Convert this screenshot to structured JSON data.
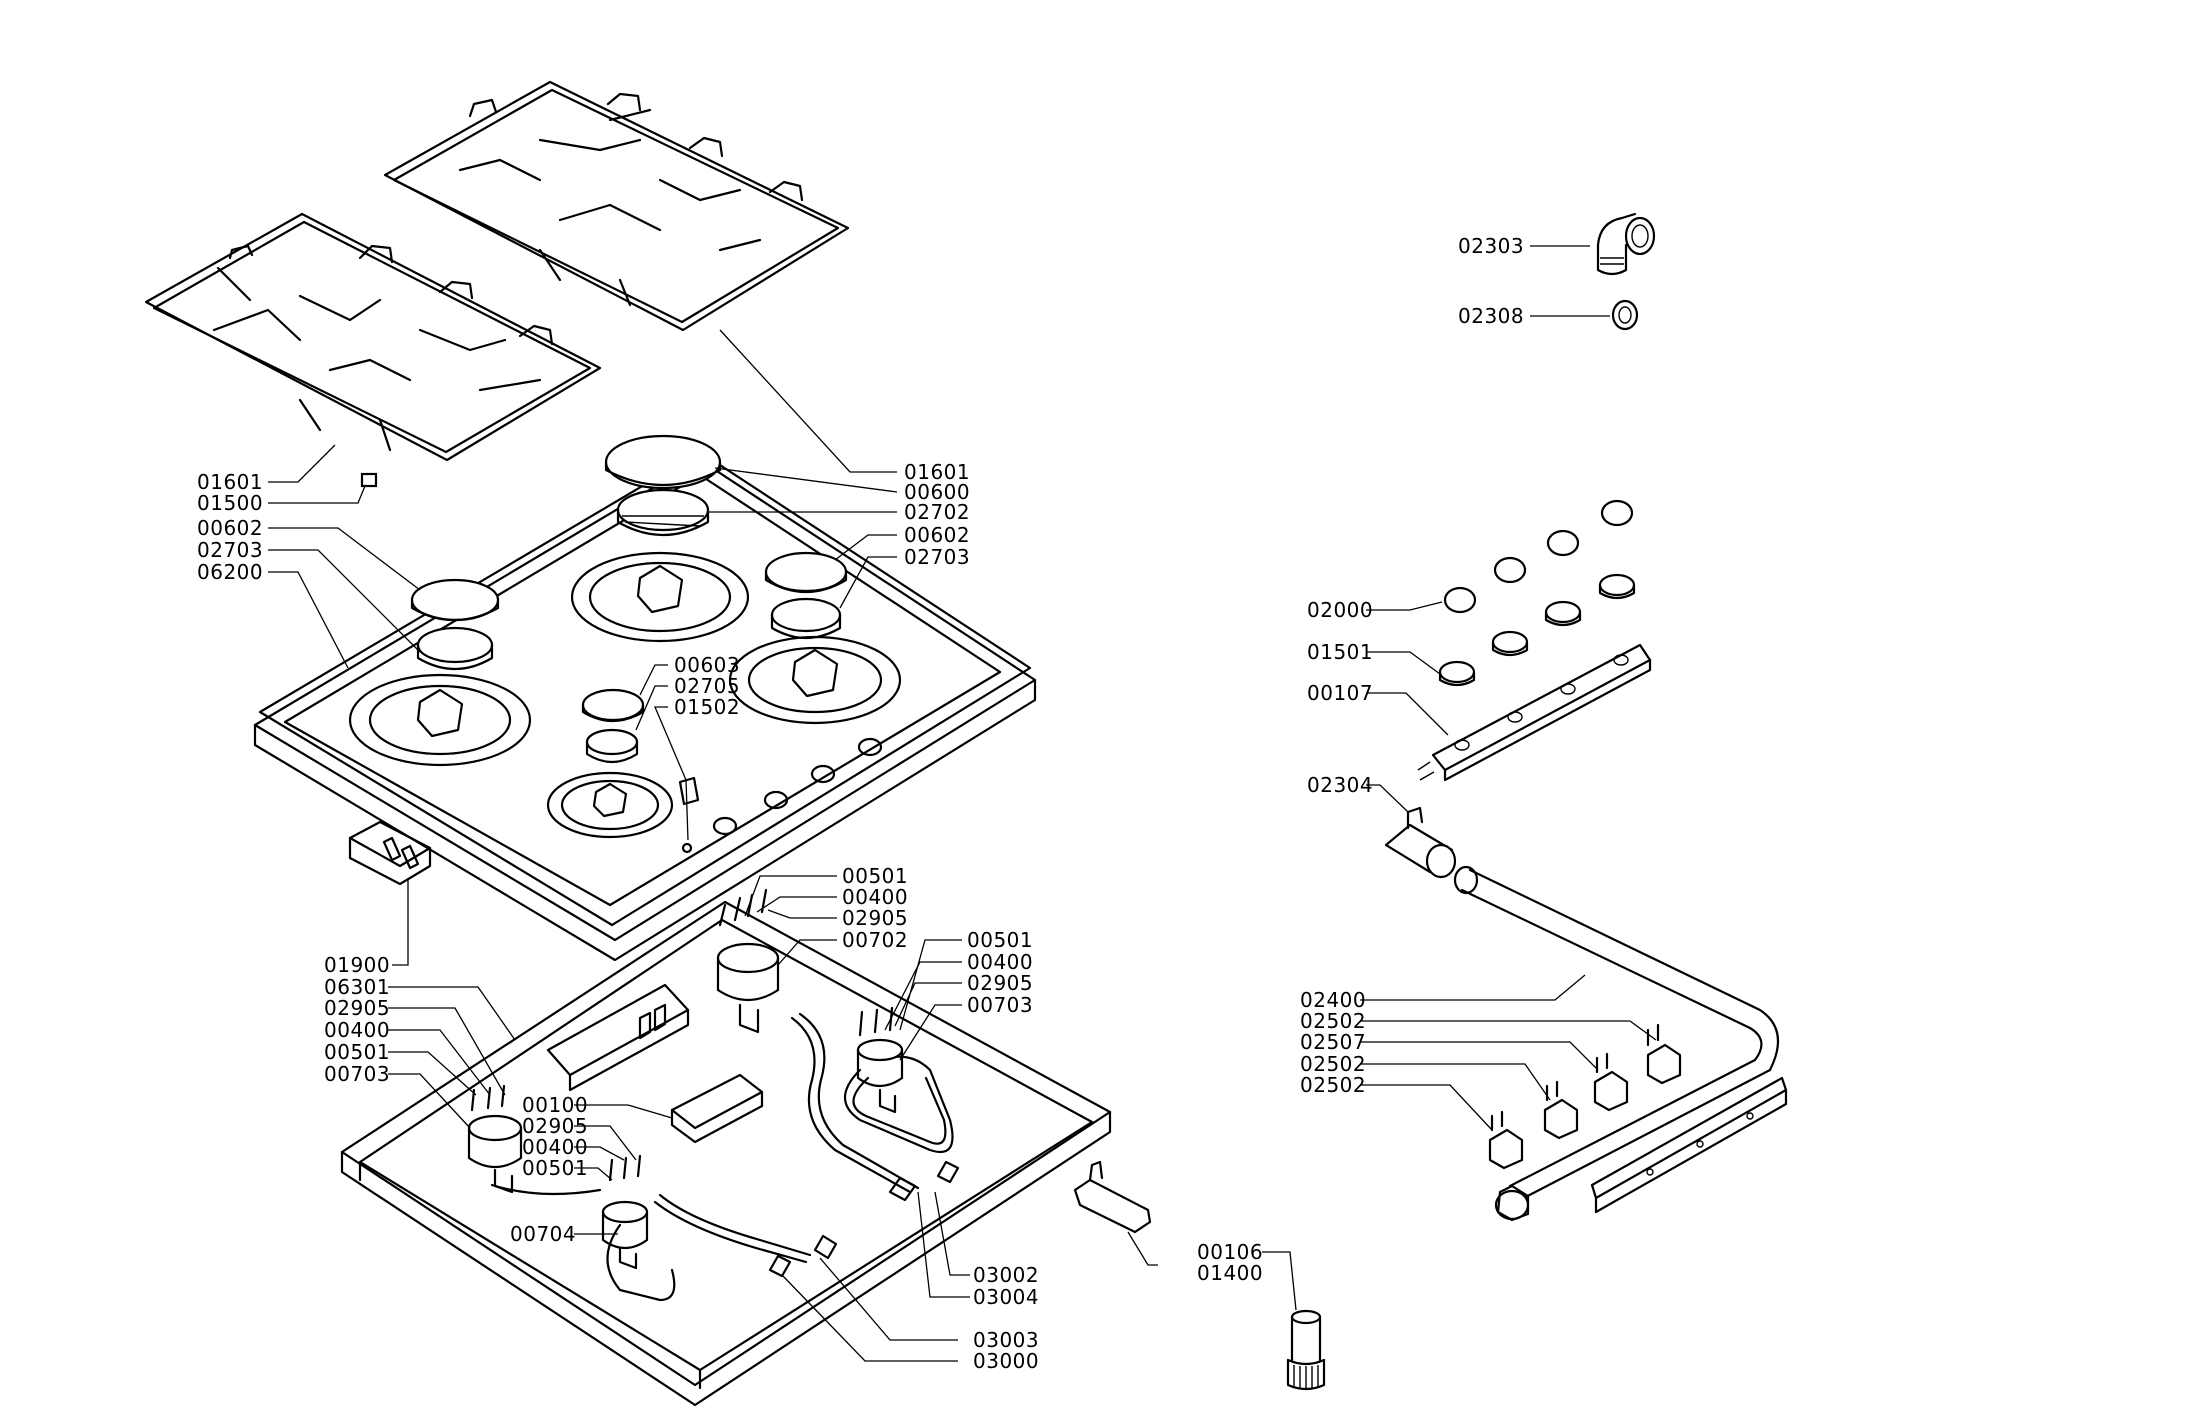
{
  "callouts": [
    {
      "id": "01601-left",
      "text": "01601"
    },
    {
      "id": "01500",
      "text": "01500"
    },
    {
      "id": "00602-left",
      "text": "00602"
    },
    {
      "id": "02703-left",
      "text": "02703"
    },
    {
      "id": "06200",
      "text": "06200"
    },
    {
      "id": "01601-right",
      "text": "01601"
    },
    {
      "id": "00600",
      "text": "00600"
    },
    {
      "id": "02702",
      "text": "02702"
    },
    {
      "id": "00602-right",
      "text": "00602"
    },
    {
      "id": "02703-right",
      "text": "02703"
    },
    {
      "id": "00603",
      "text": "00603"
    },
    {
      "id": "02705",
      "text": "02705"
    },
    {
      "id": "01502",
      "text": "01502"
    },
    {
      "id": "01900",
      "text": "01900"
    },
    {
      "id": "06301",
      "text": "06301"
    },
    {
      "id": "02905-a",
      "text": "02905"
    },
    {
      "id": "00400-a",
      "text": "00400"
    },
    {
      "id": "00501-a",
      "text": "00501"
    },
    {
      "id": "00703-a",
      "text": "00703"
    },
    {
      "id": "00501-b",
      "text": "00501"
    },
    {
      "id": "00400-b",
      "text": "00400"
    },
    {
      "id": "02905-b",
      "text": "02905"
    },
    {
      "id": "00702",
      "text": "00702"
    },
    {
      "id": "00501-c",
      "text": "00501"
    },
    {
      "id": "00400-c",
      "text": "00400"
    },
    {
      "id": "02905-c",
      "text": "02905"
    },
    {
      "id": "00703-c",
      "text": "00703"
    },
    {
      "id": "00100",
      "text": "00100"
    },
    {
      "id": "02905-d",
      "text": "02905"
    },
    {
      "id": "00400-d",
      "text": "00400"
    },
    {
      "id": "00501-d",
      "text": "00501"
    },
    {
      "id": "00704",
      "text": "00704"
    },
    {
      "id": "03002",
      "text": "03002"
    },
    {
      "id": "03004",
      "text": "03004"
    },
    {
      "id": "03003",
      "text": "03003"
    },
    {
      "id": "03000",
      "text": "03000"
    },
    {
      "id": "00106",
      "text": "00106"
    },
    {
      "id": "01400",
      "text": "01400"
    },
    {
      "id": "02303",
      "text": "02303"
    },
    {
      "id": "02308",
      "text": "02308"
    },
    {
      "id": "02000",
      "text": "02000"
    },
    {
      "id": "01501",
      "text": "01501"
    },
    {
      "id": "00107",
      "text": "00107"
    },
    {
      "id": "02304",
      "text": "02304"
    },
    {
      "id": "02400",
      "text": "02400"
    },
    {
      "id": "02502-a",
      "text": "02502"
    },
    {
      "id": "02507",
      "text": "02507"
    },
    {
      "id": "02502-b",
      "text": "02502"
    },
    {
      "id": "02502-c",
      "text": "02502"
    }
  ]
}
